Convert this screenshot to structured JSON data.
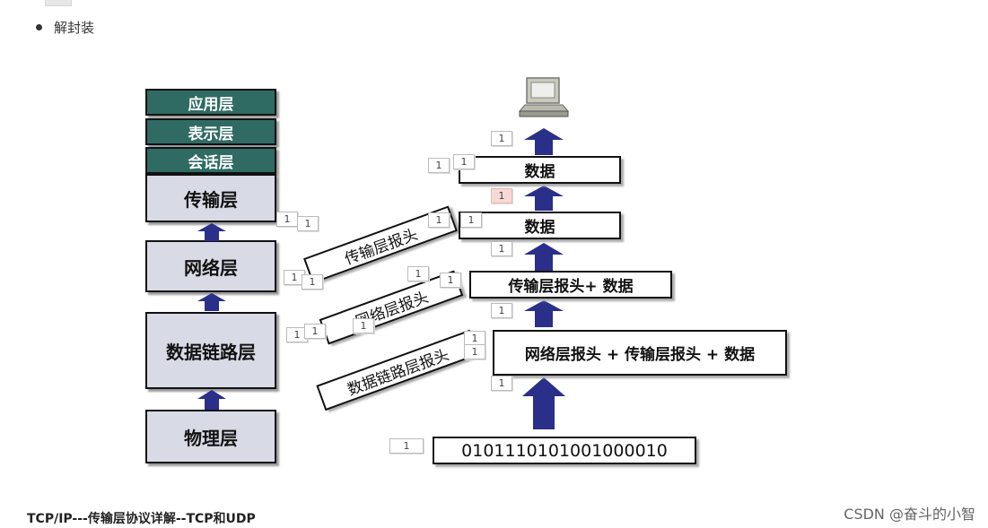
{
  "section_bullet": "解封装",
  "osi_layers": {
    "application": "应用层",
    "presentation": "表示层",
    "session": "会话层",
    "transport": "传输层",
    "network": "网络层",
    "datalink": "数据链路层",
    "physical": "物理层"
  },
  "slanted_headers": {
    "transport": "传输层报头",
    "network": "网络层报头",
    "datalink": "数据链路层报头"
  },
  "stack": {
    "data_top": "数据",
    "data_mid": "数据",
    "transport_plus_data": "传输层报头+ 数据",
    "network_transport_data": "网络层报头 + 传输层报头 + 数据",
    "bits": "0101110101001000010"
  },
  "badge_label": "1",
  "footer_title": "TCP/IP---传输层协议详解--TCP和UDP",
  "watermark": "CSDN @奋斗的小智",
  "colors": {
    "top_layer": "#2f6b63",
    "main_layer": "#d8dbe6",
    "arrow": "#2a2f8a"
  }
}
